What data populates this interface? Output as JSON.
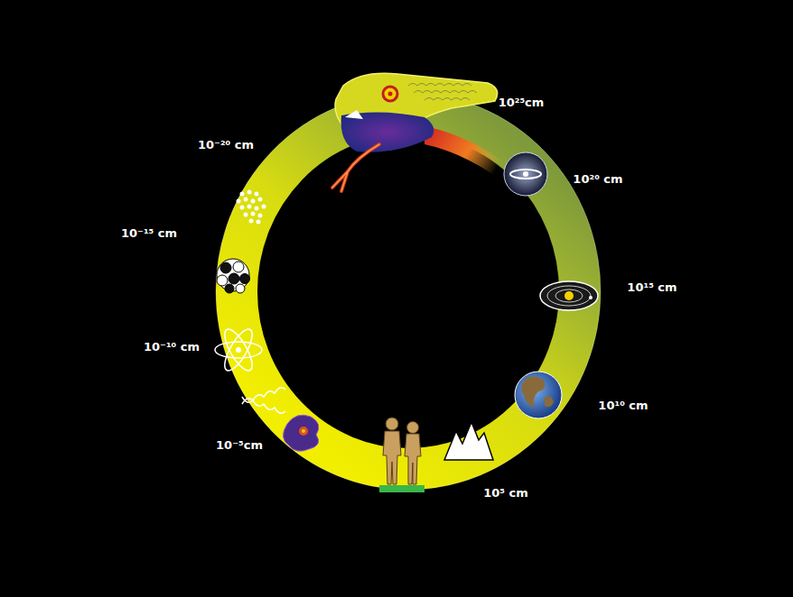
{
  "diagram": {
    "labels": [
      "10⁻²⁰ cm",
      "10²⁵cm",
      "10²⁰ cm",
      "10¹⁵ cm",
      "10¹⁰ cm",
      "10⁵ cm",
      "10⁻⁵cm",
      "10⁻¹⁰ cm",
      "10⁻¹⁵ cm"
    ]
  }
}
